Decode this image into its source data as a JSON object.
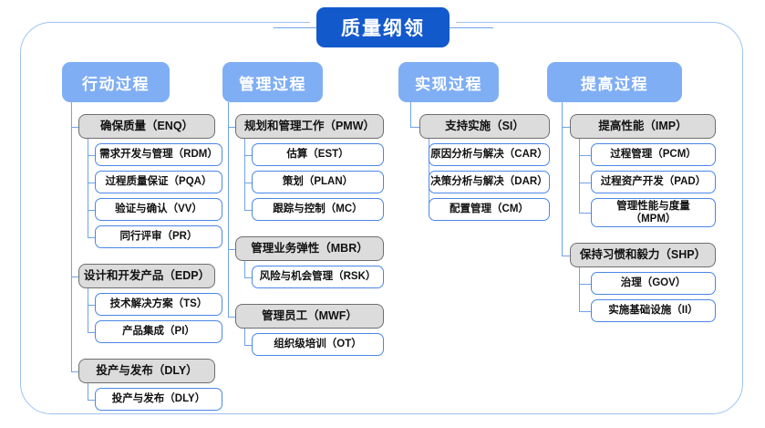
{
  "diagram": {
    "type": "hierarchy-tree",
    "root": {
      "label": "质量纲领"
    },
    "colors": {
      "root_fill": "#1259CC",
      "column_header_fill": "#7FAEF5",
      "group_fill": "#DCDCDC",
      "group_border": "#6E6E6E",
      "leaf_fill": "#FFFFFF",
      "leaf_border": "#4A86E8",
      "connector": "#6FA3E8",
      "frame_border": "#9DC2F0",
      "text_dark": "#111111",
      "text_light": "#FFFFFF"
    },
    "columns": [
      {
        "header": "行动过程",
        "groups": [
          {
            "label": "确保质量（ENQ）",
            "children": [
              {
                "label": "需求开发与管理（RDM）"
              },
              {
                "label": "过程质量保证（PQA）"
              },
              {
                "label": "验证与确认（VV）"
              },
              {
                "label": "同行评审（PR）"
              }
            ]
          },
          {
            "label": "设计和开发产品（EDP）",
            "children": [
              {
                "label": "技术解决方案（TS）"
              },
              {
                "label": "产品集成（PI）"
              }
            ]
          },
          {
            "label": "投产与发布（DLY）",
            "children": [
              {
                "label": "投产与发布（DLY）"
              }
            ]
          }
        ]
      },
      {
        "header": "管理过程",
        "groups": [
          {
            "label": "规划和管理工作（PMW）",
            "children": [
              {
                "label": "估算（EST）"
              },
              {
                "label": "策划（PLAN）"
              },
              {
                "label": "跟踪与控制（MC）"
              }
            ]
          },
          {
            "label": "管理业务弹性（MBR）",
            "children": [
              {
                "label": "风险与机会管理（RSK）"
              }
            ]
          },
          {
            "label": "管理员工（MWF）",
            "children": [
              {
                "label": "组织级培训（OT）"
              }
            ]
          }
        ]
      },
      {
        "header": "实现过程",
        "groups": [
          {
            "label": "支持实施（SI）",
            "children": [
              {
                "label": "原因分析与解决（CAR）"
              },
              {
                "label": "决策分析与解决（DAR）"
              },
              {
                "label": "配置管理（CM）"
              }
            ]
          }
        ]
      },
      {
        "header": "提高过程",
        "groups": [
          {
            "label": "提高性能（IMP）",
            "children": [
              {
                "label": "过程管理（PCM）"
              },
              {
                "label": "过程资产开发（PAD）"
              },
              {
                "label": "管理性能与度量\n（MPM）"
              }
            ]
          },
          {
            "label": "保持习惯和毅力（SHP）",
            "children": [
              {
                "label": "治理（GOV）"
              },
              {
                "label": "实施基础设施（II）"
              }
            ]
          }
        ]
      }
    ]
  }
}
